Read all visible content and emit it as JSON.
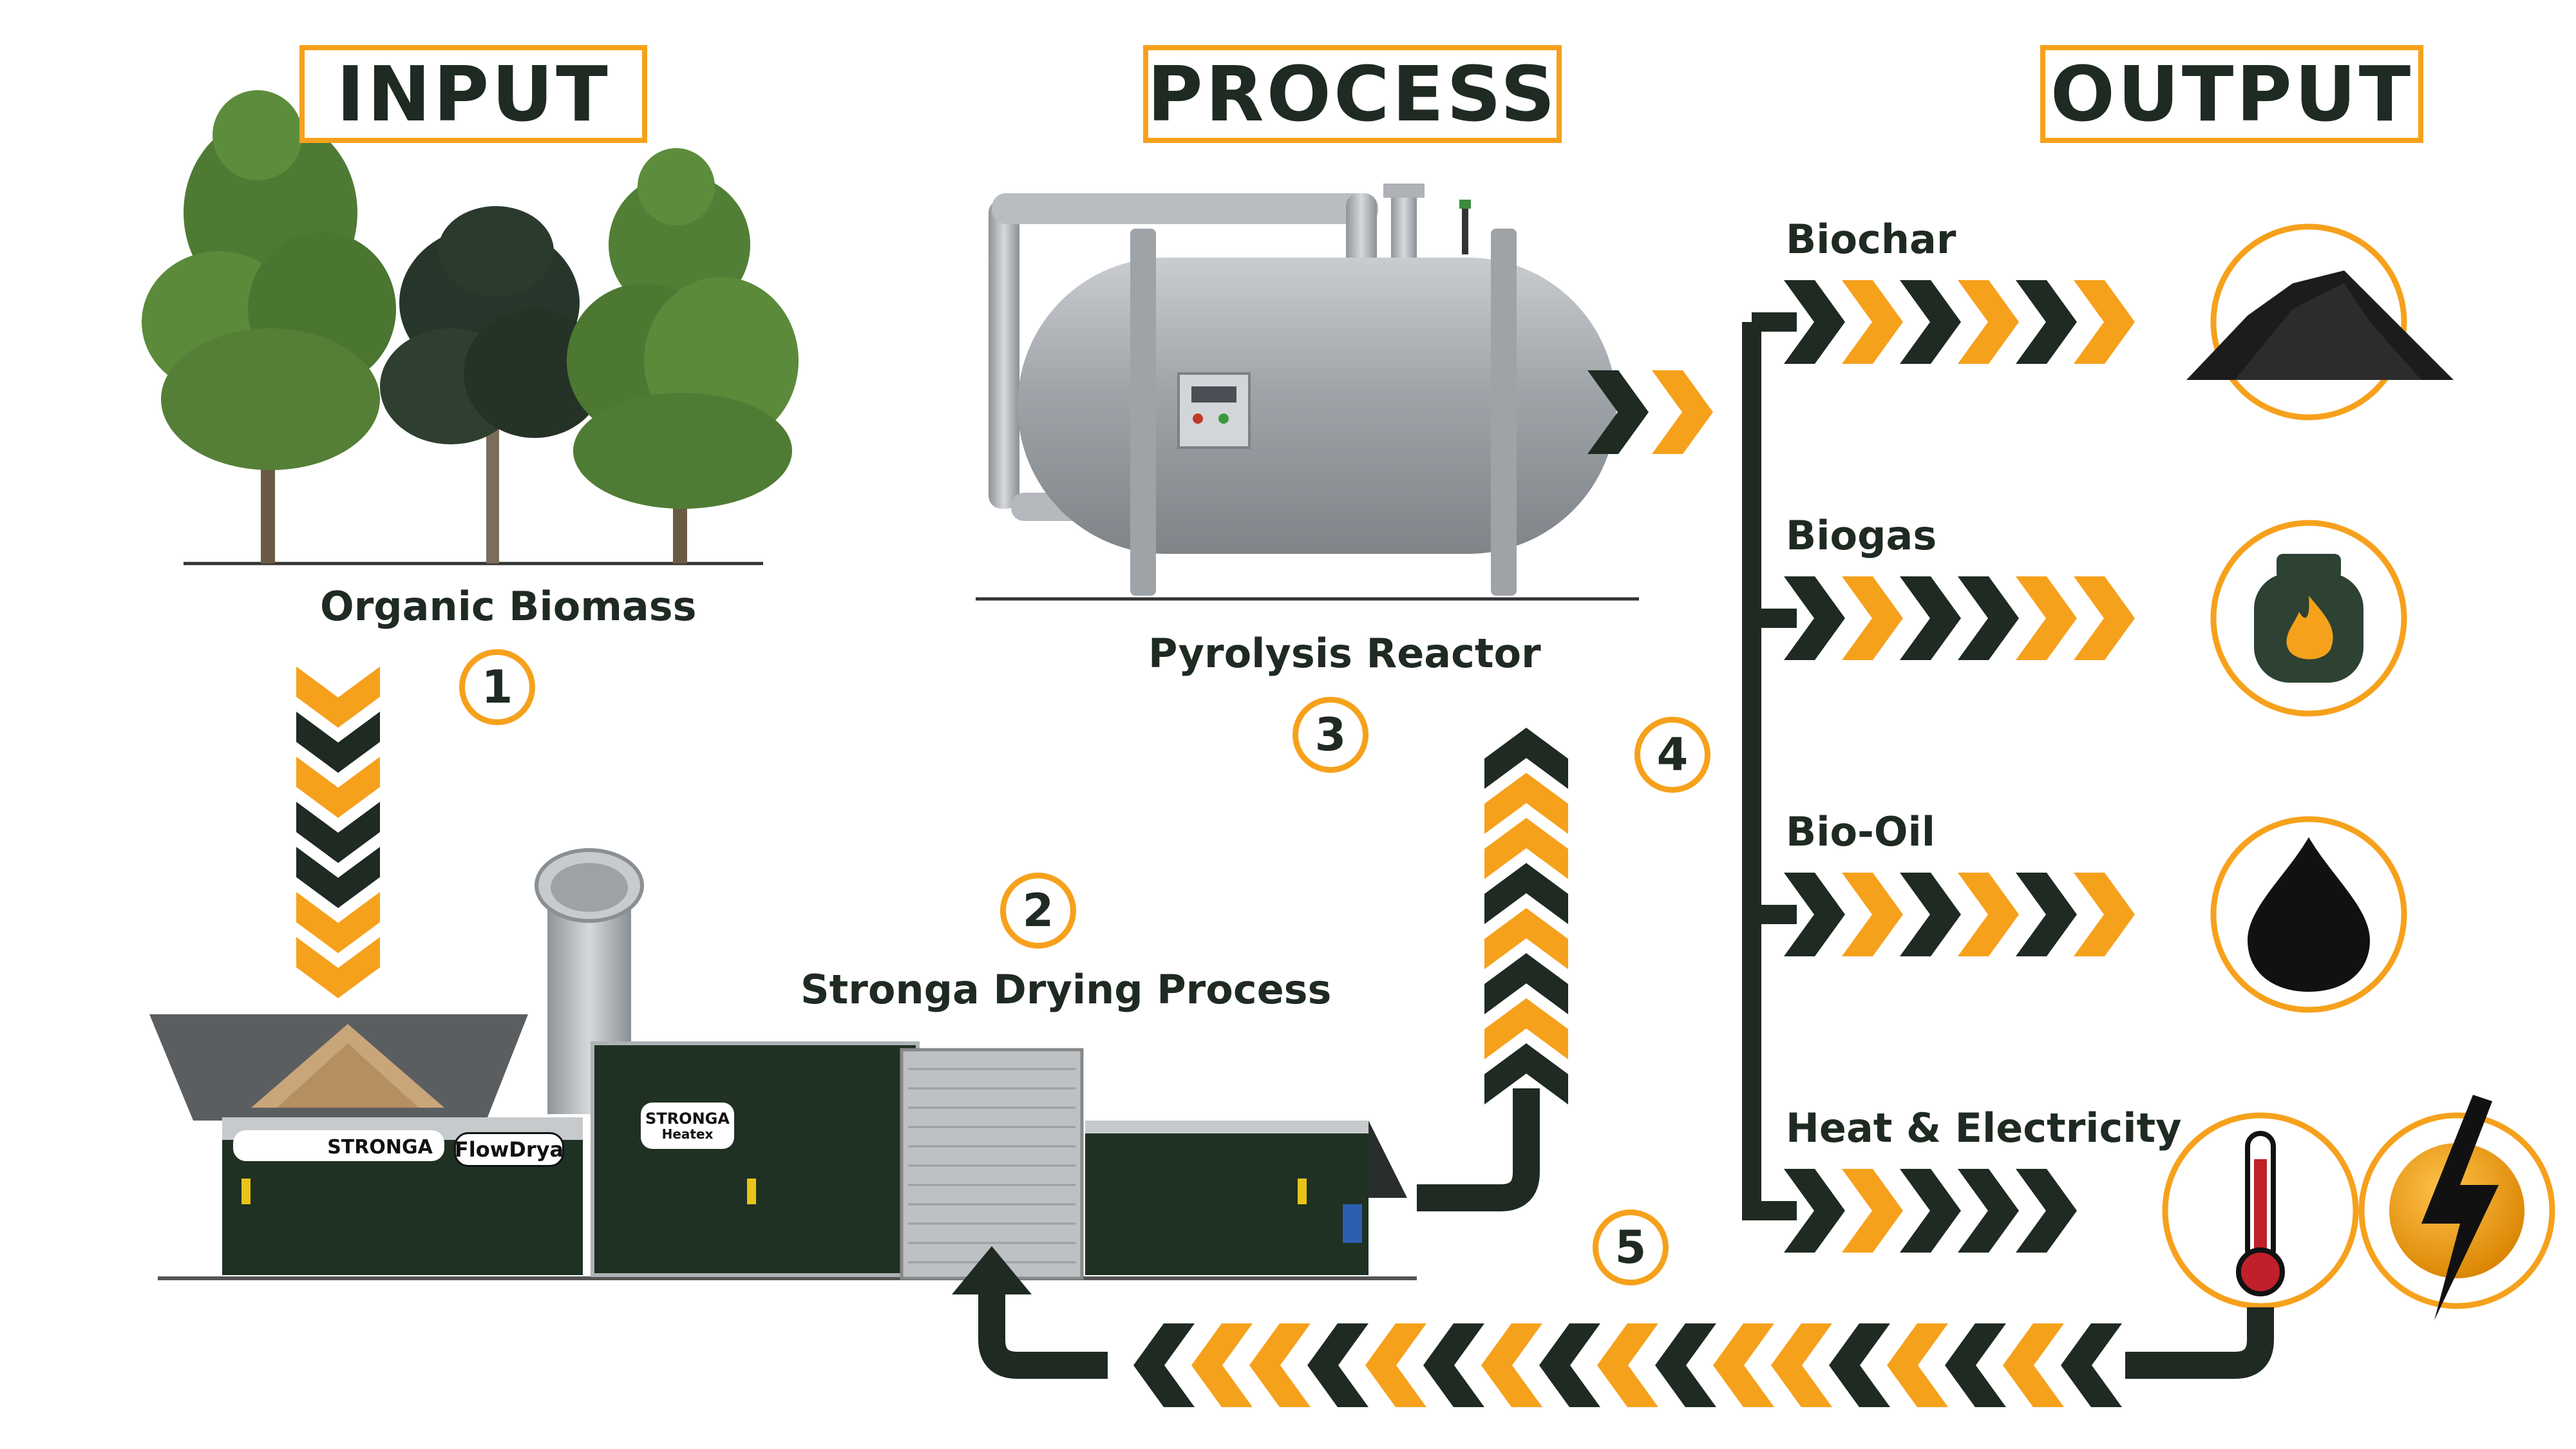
{
  "headers": {
    "input": "INPUT",
    "process": "PROCESS",
    "output": "OUTPUT"
  },
  "labels": {
    "organic_biomass": "Organic Biomass",
    "pyrolysis_reactor": "Pyrolysis Reactor",
    "drying_process": "Stronga Drying Process"
  },
  "steps": [
    "1",
    "2",
    "3",
    "4",
    "5"
  ],
  "outputs": [
    {
      "label": "Biochar",
      "icon": "biochar-pile-icon"
    },
    {
      "label": "Biogas",
      "icon": "gas-cylinder-icon"
    },
    {
      "label": "Bio-Oil",
      "icon": "oil-drop-icon"
    },
    {
      "label": "Heat & Electricity",
      "icon": "thermometer-icon"
    }
  ],
  "machine": {
    "brand": "STRONGA",
    "model": "FlowDrya",
    "heatex_brand": "STRONGA",
    "heatex_model": "Heatex"
  },
  "colors": {
    "accent": "#f6a11c",
    "dark": "#1e2a22",
    "machine_green": "#1f3122",
    "steel": "#a9adb1"
  }
}
